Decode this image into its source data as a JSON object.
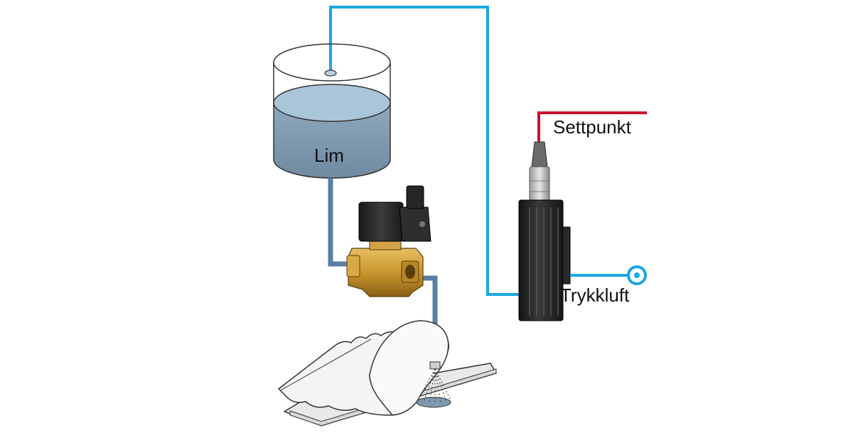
{
  "labels": {
    "tank": "Lim",
    "setpoint": "Settpunkt",
    "air": "Trykkluft"
  },
  "colors": {
    "air_line": "#1aa7e0",
    "setpoint_line": "#c8102e",
    "glue_line": "#5a7fa6",
    "liquid_top": "#a9c6d8",
    "liquid_side": "#7f9ab0",
    "brass": "#c9962e",
    "coil": "#2b2b2b",
    "regulator": "#1f1f1f",
    "paper": "#f2f2f2"
  },
  "icons": [
    "tank",
    "solenoid-valve",
    "pressure-regulator",
    "spray-nozzle",
    "paper-sheet",
    "air-inlet-port"
  ]
}
